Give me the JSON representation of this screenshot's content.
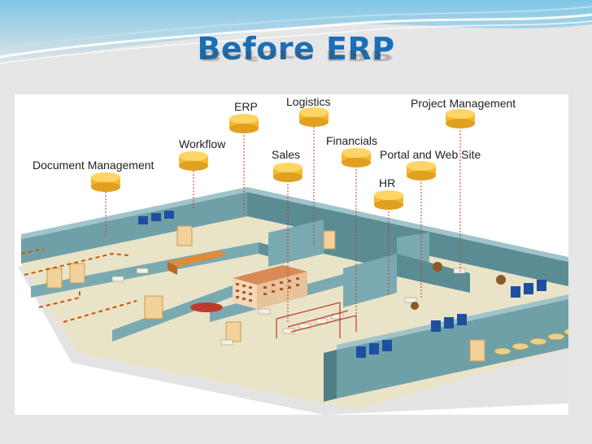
{
  "slide": {
    "title": "Before ERP"
  },
  "diagram": {
    "systems": [
      {
        "id": "erp",
        "label": "ERP"
      },
      {
        "id": "logistics",
        "label": "Logistics"
      },
      {
        "id": "project",
        "label": "Project Management"
      },
      {
        "id": "workflow",
        "label": "Workflow"
      },
      {
        "id": "financials",
        "label": "Financials"
      },
      {
        "id": "sales",
        "label": "Sales"
      },
      {
        "id": "portal",
        "label": "Portal and Web Site"
      },
      {
        "id": "document",
        "label": "Document Management"
      },
      {
        "id": "hr",
        "label": "HR"
      }
    ]
  },
  "colors": {
    "title": "#1a6fb8",
    "db_cylinder": "#f5b82e",
    "wall": "#6fa0a8",
    "floor": "#e9e4c8",
    "cable": "#c0392b"
  }
}
